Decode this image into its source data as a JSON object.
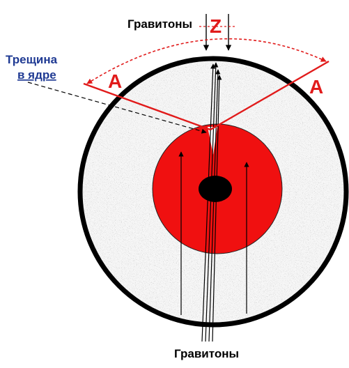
{
  "labels": {
    "gravitons_top": "Гравитоны",
    "gravitons_bottom": "Гравитоны",
    "z_axis": "Z",
    "crack_line1": "Трещина",
    "crack_line2": "в ядре",
    "axis_a_left": "А",
    "axis_a_right": "А"
  },
  "colors": {
    "crust_fill": "#b9b9b9",
    "crust_outline": "#000000",
    "core_fill": "#f01010",
    "inner_core": "#000000",
    "crack_label": "#1f3a93",
    "axis_red": "#e11b1b",
    "graviton_arrows": "#000000"
  }
}
